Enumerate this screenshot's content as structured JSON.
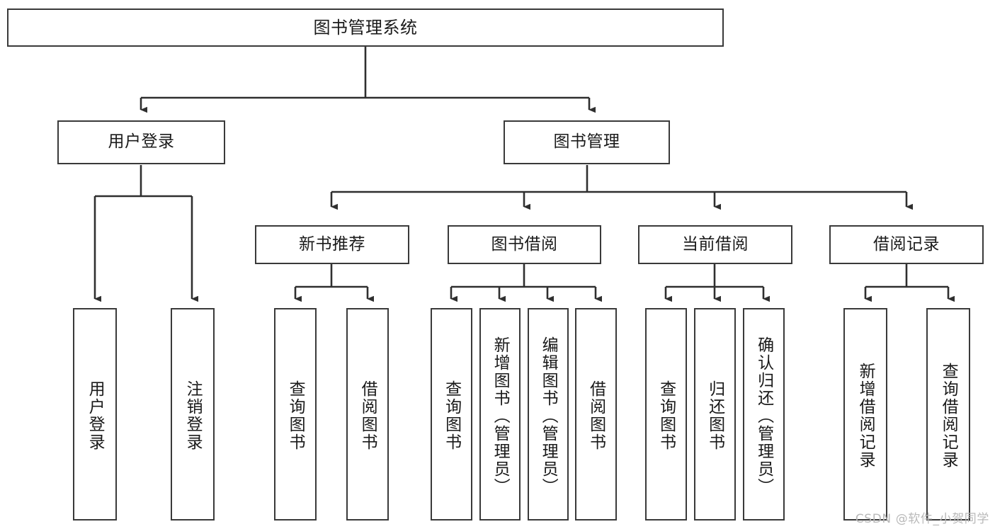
{
  "diagram": {
    "title": "图书管理系统",
    "watermark": "CSDN @软件_小贺同学",
    "colors": {
      "box_stroke": "#3a3a3a",
      "box_fill": "#ffffff",
      "connector": "#2f2f2f",
      "text": "#1a1a1a",
      "watermark": "#b9b9b9",
      "background": "#ffffff"
    },
    "root": {
      "id": "root",
      "label": "图书管理系统",
      "orientation": "horizontal"
    },
    "level1": [
      {
        "id": "user-login",
        "label": "用户登录",
        "orientation": "horizontal"
      },
      {
        "id": "book-management",
        "label": "图书管理",
        "orientation": "horizontal"
      }
    ],
    "level2": [
      {
        "id": "new-book-recommend",
        "label": "新书推荐",
        "orientation": "horizontal",
        "parent": "book-management"
      },
      {
        "id": "book-borrow",
        "label": "图书借阅",
        "orientation": "horizontal",
        "parent": "book-management"
      },
      {
        "id": "current-borrow",
        "label": "当前借阅",
        "orientation": "horizontal",
        "parent": "book-management"
      },
      {
        "id": "borrow-record",
        "label": "借阅记录",
        "orientation": "horizontal",
        "parent": "book-management"
      }
    ],
    "leaves": [
      {
        "id": "leaf-user-login",
        "label": "用户登录",
        "parent": "user-login",
        "orientation": "vertical"
      },
      {
        "id": "leaf-logout-login",
        "label": "注销登录",
        "parent": "user-login",
        "orientation": "vertical"
      },
      {
        "id": "leaf-query-book-1",
        "label": "查询图书",
        "parent": "new-book-recommend",
        "orientation": "vertical"
      },
      {
        "id": "leaf-borrow-book-1",
        "label": "借阅图书",
        "parent": "new-book-recommend",
        "orientation": "vertical"
      },
      {
        "id": "leaf-query-book-2",
        "label": "查询图书",
        "parent": "book-borrow",
        "orientation": "vertical"
      },
      {
        "id": "leaf-add-book",
        "label": "新增图书（管理员）",
        "parent": "book-borrow",
        "orientation": "vertical"
      },
      {
        "id": "leaf-edit-book",
        "label": "编辑图书（管理员）",
        "parent": "book-borrow",
        "orientation": "vertical"
      },
      {
        "id": "leaf-borrow-book-2",
        "label": "借阅图书",
        "parent": "book-borrow",
        "orientation": "vertical"
      },
      {
        "id": "leaf-query-book-3",
        "label": "查询图书",
        "parent": "current-borrow",
        "orientation": "vertical"
      },
      {
        "id": "leaf-return-book",
        "label": "归还图书",
        "parent": "current-borrow",
        "orientation": "vertical"
      },
      {
        "id": "leaf-confirm-return",
        "label": "确认归还（管理员）",
        "parent": "current-borrow",
        "orientation": "vertical"
      },
      {
        "id": "leaf-add-record",
        "label": "新增借阅记录",
        "parent": "borrow-record",
        "orientation": "vertical"
      },
      {
        "id": "leaf-query-record",
        "label": "查询借阅记录",
        "parent": "borrow-record",
        "orientation": "vertical"
      }
    ]
  }
}
